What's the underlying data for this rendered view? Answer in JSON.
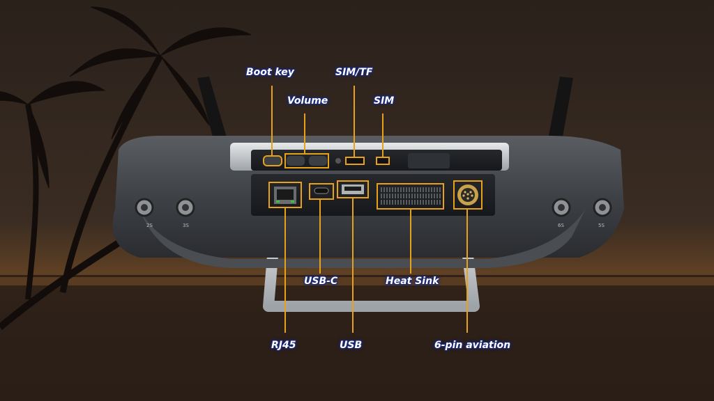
{
  "accent_color": "#e8a21a",
  "label_text_color": "#ffffff",
  "label_outline_color": "#1c2a78",
  "callouts": {
    "boot_key": "Boot key",
    "volume": "Volume",
    "sim_tf": "SIM/TF",
    "sim": "SIM",
    "rj45": "RJ45",
    "usb_c": "USB-C",
    "usb": "USB",
    "heat_sink": "Heat Sink",
    "six_pin": "6-pin aviation"
  },
  "device": {
    "left_dial_marks": [
      "2S",
      "3S"
    ],
    "right_dial_marks": [
      "6S",
      "5S"
    ]
  }
}
